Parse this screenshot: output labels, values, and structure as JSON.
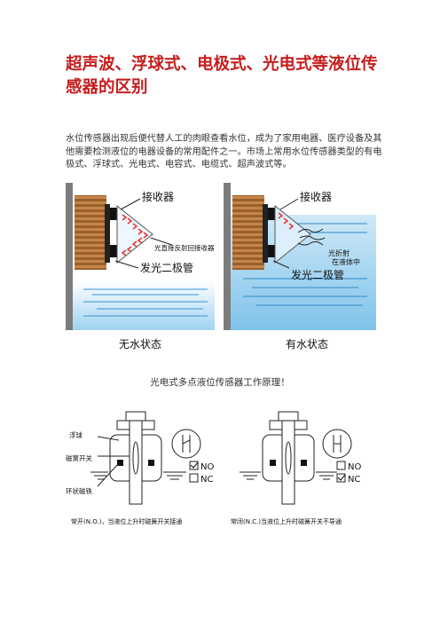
{
  "article": {
    "title": "超声波、浮球式、电极式、光电式等液位传感器的区别",
    "intro": "水位传感器出现后便代替人工的肉眼查看水位，成为了家用电器、医疗设备及其他需要检测液位的电器设备的常用配件之一。市场上常用水位传感器类型的有电极式、浮球式、光电式、电容式、电缆式、超声波式等。"
  },
  "figure1": {
    "left": {
      "receiver": "接收器",
      "reflect": "光直接反射回接收器",
      "emitter": "发光二极管",
      "state": "无水状态"
    },
    "right": {
      "receiver": "接收器",
      "refract1": "光折射",
      "refract2": "在液体中",
      "emitter": "发光二极管",
      "state": "有水状态"
    },
    "caption": "光电式多点液位传感器工作原理！"
  },
  "figure2": {
    "left": {
      "float": "浮球",
      "reed": "磁簧开关",
      "magnet": "环状磁铁",
      "opt_no": "NO",
      "opt_nc": "NC",
      "note": "常开(N.O.)，当液位上升时磁簧开关接通"
    },
    "right": {
      "opt_no": "NO",
      "opt_nc": "NC",
      "note": "常闭(N.C.)当液位上升时磁簧开关不导通"
    }
  },
  "colors": {
    "title": "#c41e1e",
    "water": "#7fc3ea",
    "coil": "#b7773b",
    "arrow": "#e8322c"
  }
}
